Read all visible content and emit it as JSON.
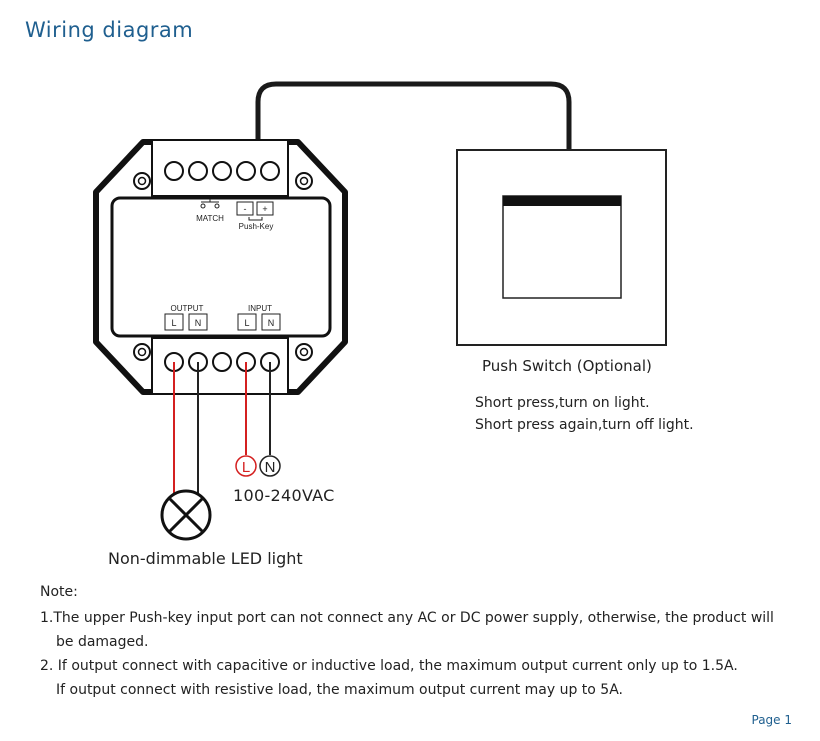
{
  "title": "Wiring diagram",
  "device": {
    "match_label": "MATCH",
    "pushkey_minus": "-",
    "pushkey_plus": "+",
    "pushkey_label": "Push-Key",
    "output_label": "OUTPUT",
    "input_label": "INPUT",
    "terminal_l": "L",
    "terminal_n": "N"
  },
  "mains": {
    "l_marker": "L",
    "n_marker": "N",
    "voltage": "100-240VAC"
  },
  "load_label": "Non-dimmable LED light",
  "push_switch": {
    "label": "Push Switch (Optional)",
    "desc_line1": "Short press,turn on light.",
    "desc_line2": "Short press again,turn off light."
  },
  "notes": {
    "heading": "Note:",
    "item1_line1": "1.The upper Push-key input port can not connect any AC or DC power supply,  otherwise, the product will",
    "item1_line2": "be damaged.",
    "item2_line1": "2. If output connect with capacitive or inductive load, the maximum output current only up to 1.5A.",
    "item2_line2": "If output connect with resistive load, the maximum output current may up to 5A."
  },
  "page_label": "Page 1",
  "colors": {
    "title": "#1f5f8f",
    "wire_live": "#d42020",
    "wire_other": "#222222"
  }
}
